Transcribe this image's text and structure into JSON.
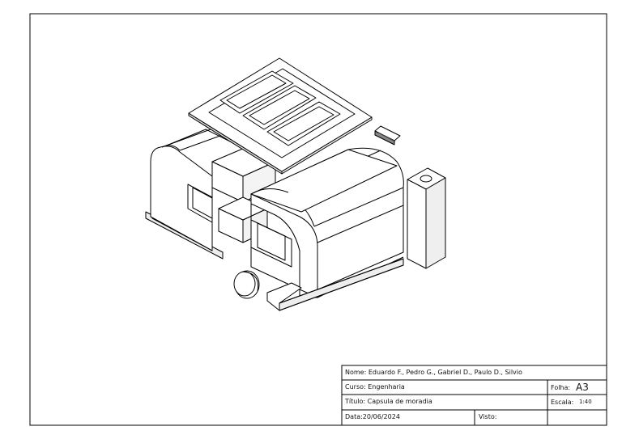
{
  "title_block": {
    "nome": "Nome: Eduardo F., Pedro G., Gabriel D., Paulo D., Silvio",
    "curso": "Curso: Engenharia",
    "titulo": "Título: Capsula de moradia",
    "data": "Data:20/06/2024",
    "visto": "Visto:",
    "folha_label": "Folha:",
    "folha_value": "A3",
    "escala_label": "Escala:",
    "escala_value": "1:40"
  }
}
